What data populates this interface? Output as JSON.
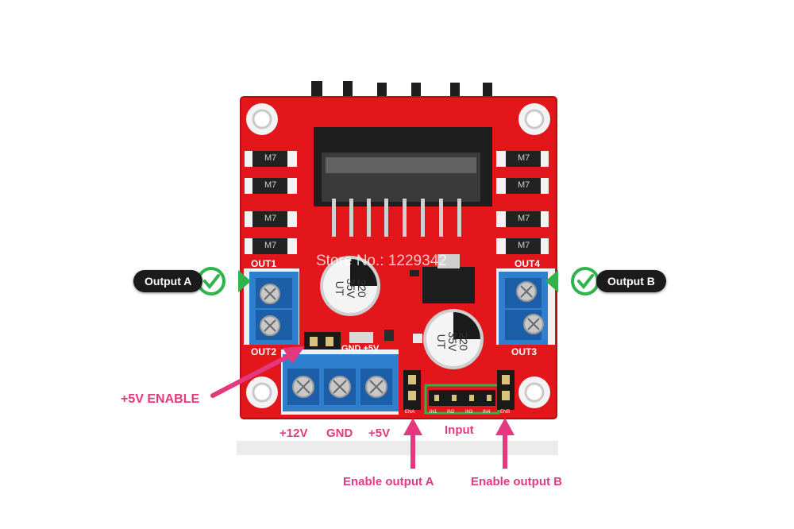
{
  "callouts": {
    "output_a": "Output A",
    "output_b": "Output B",
    "enable_5v": "+5V ENABLE",
    "input": "Input",
    "enable_output_a": "Enable output A",
    "enable_output_b": "Enable output B"
  },
  "terminal_labels": {
    "v12": "+12V",
    "gnd": "GND",
    "v5": "+5V"
  },
  "board_silkscreen": {
    "out1": "OUT1",
    "out2": "OUT2",
    "out3": "OUT3",
    "out4": "OUT4",
    "ena": "ENA",
    "in1": "IN1",
    "in2": "IN2",
    "in3": "IN3",
    "in4": "IN4",
    "enb": "ENB",
    "gnd_v5": "GND +5V",
    "diode_marking": "M7",
    "cap_value": "220",
    "cap_voltage": "35V",
    "cap_series": "UT"
  },
  "watermark": "Store No.: 1229342",
  "colors": {
    "board_red": "#e3161c",
    "terminal_blue": "#2f7fcf",
    "callout_pink": "#e4397f",
    "check_green": "#2fb34a"
  }
}
